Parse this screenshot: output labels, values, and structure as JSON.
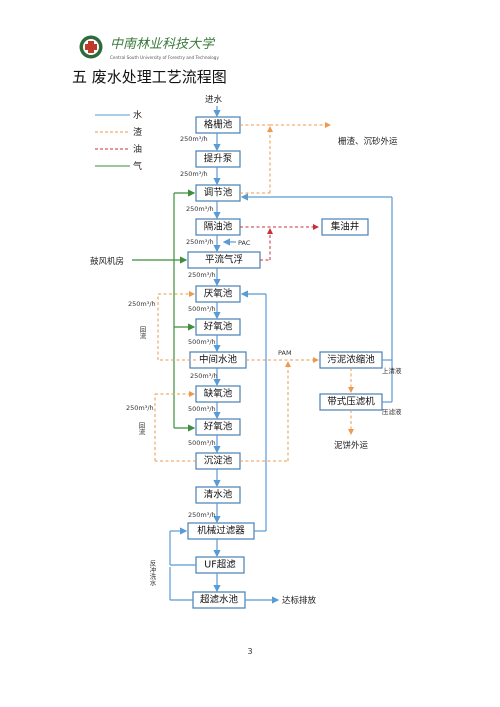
{
  "header": {
    "school_name_cn": "中南林业科技大学",
    "school_name_en": "Central South University of Forestry and Technology"
  },
  "section_title": "五 废水处理工艺流程图",
  "legend": [
    {
      "label": "水",
      "color": "#5a9bd5"
    },
    {
      "label": "渣",
      "color": "#ed9a4f"
    },
    {
      "label": "油",
      "color": "#c8303a"
    },
    {
      "label": "气",
      "color": "#3e8e3a"
    }
  ],
  "labels": {
    "inlet": "进水",
    "screen_out": "栅渣、沉砂外运",
    "blower": "鼓风机房",
    "oil_well": "集油井",
    "pac": "PAC",
    "pam": "PAM",
    "supernatant": "上清液",
    "filtrate": "压滤液",
    "cake_out": "泥饼外运",
    "discharge": "达标排放",
    "return_flow_1": "回流",
    "return_flow_2": "回流",
    "backwash": "反冲洗水"
  },
  "boxes": {
    "grid": "格栅池",
    "pump": "提升泵",
    "adjust": "调节池",
    "oil_sep": "隔油池",
    "flotation": "平流气浮",
    "anaerobic": "厌氧池",
    "aerobic1": "好氧池",
    "intermediate": "中间水池",
    "anoxic": "缺氧池",
    "aerobic2": "好氧池",
    "settle": "沉淀池",
    "clear": "清水池",
    "mech_filter": "机械过滤器",
    "uf": "UF超滤",
    "uf_tank": "超滤水池",
    "sludge_thick": "污泥浓缩池",
    "belt_press": "带式压滤机"
  },
  "flows": {
    "f1": "250m³/h",
    "f2": "250m³/h",
    "f3": "250m³/h",
    "f4": "250m³/h",
    "f5": "250m³/h",
    "f6": "500m³/h",
    "f7": "500m³/h",
    "f8": "250m³/h",
    "f9": "500m³/h",
    "f10": "500m³/h",
    "f11": "250m³/h",
    "return1": "250m³/h",
    "return2": "250m³/h"
  },
  "page_number": "3"
}
